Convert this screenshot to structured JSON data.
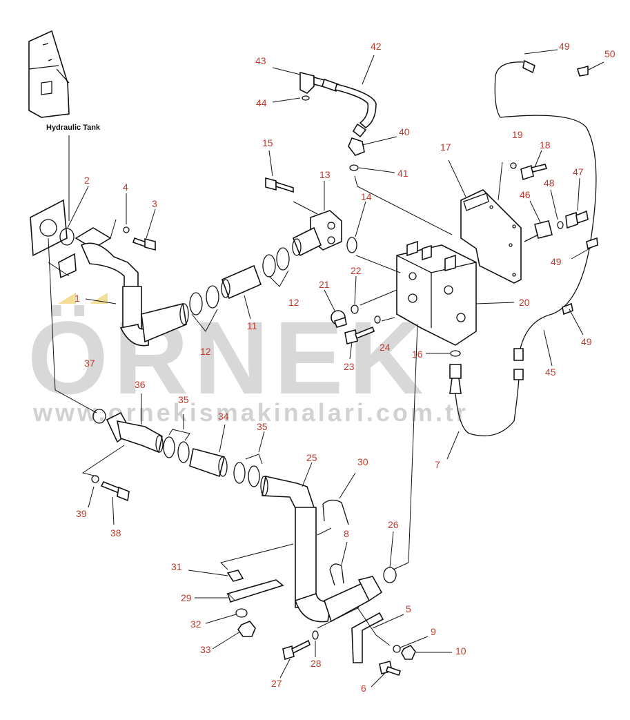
{
  "caption": "Hydraulic Tank",
  "watermark": {
    "brand": "ÖRNEK",
    "url": "www.ornekismakinalari.com.tr"
  },
  "callouts": [
    {
      "id": "c1",
      "label": "1"
    },
    {
      "id": "c2",
      "label": "2"
    },
    {
      "id": "c3",
      "label": "3"
    },
    {
      "id": "c4",
      "label": "4"
    },
    {
      "id": "c5",
      "label": "5"
    },
    {
      "id": "c6",
      "label": "6"
    },
    {
      "id": "c7",
      "label": "7"
    },
    {
      "id": "c8",
      "label": "8"
    },
    {
      "id": "c9",
      "label": "9"
    },
    {
      "id": "c10",
      "label": "10"
    },
    {
      "id": "c11",
      "label": "11"
    },
    {
      "id": "c12a",
      "label": "12"
    },
    {
      "id": "c12b",
      "label": "12"
    },
    {
      "id": "c13",
      "label": "13"
    },
    {
      "id": "c14",
      "label": "14"
    },
    {
      "id": "c15",
      "label": "15"
    },
    {
      "id": "c16",
      "label": "16"
    },
    {
      "id": "c17",
      "label": "17"
    },
    {
      "id": "c18",
      "label": "18"
    },
    {
      "id": "c19",
      "label": "19"
    },
    {
      "id": "c20",
      "label": "20"
    },
    {
      "id": "c21",
      "label": "21"
    },
    {
      "id": "c22",
      "label": "22"
    },
    {
      "id": "c23",
      "label": "23"
    },
    {
      "id": "c24",
      "label": "24"
    },
    {
      "id": "c25",
      "label": "25"
    },
    {
      "id": "c26",
      "label": "26"
    },
    {
      "id": "c27",
      "label": "27"
    },
    {
      "id": "c28",
      "label": "28"
    },
    {
      "id": "c29",
      "label": "29"
    },
    {
      "id": "c30",
      "label": "30"
    },
    {
      "id": "c31",
      "label": "31"
    },
    {
      "id": "c32",
      "label": "32"
    },
    {
      "id": "c33",
      "label": "33"
    },
    {
      "id": "c34",
      "label": "34"
    },
    {
      "id": "c35a",
      "label": "35"
    },
    {
      "id": "c35b",
      "label": "35"
    },
    {
      "id": "c36",
      "label": "36"
    },
    {
      "id": "c37",
      "label": "37"
    },
    {
      "id": "c38",
      "label": "38"
    },
    {
      "id": "c39",
      "label": "39"
    },
    {
      "id": "c40",
      "label": "40"
    },
    {
      "id": "c41",
      "label": "41"
    },
    {
      "id": "c42",
      "label": "42"
    },
    {
      "id": "c43",
      "label": "43"
    },
    {
      "id": "c44",
      "label": "44"
    },
    {
      "id": "c45",
      "label": "45"
    },
    {
      "id": "c46",
      "label": "46"
    },
    {
      "id": "c47",
      "label": "47"
    },
    {
      "id": "c48",
      "label": "48"
    },
    {
      "id": "c49a",
      "label": "49"
    },
    {
      "id": "c49b",
      "label": "49"
    },
    {
      "id": "c49c",
      "label": "49"
    },
    {
      "id": "c50",
      "label": "50"
    }
  ]
}
